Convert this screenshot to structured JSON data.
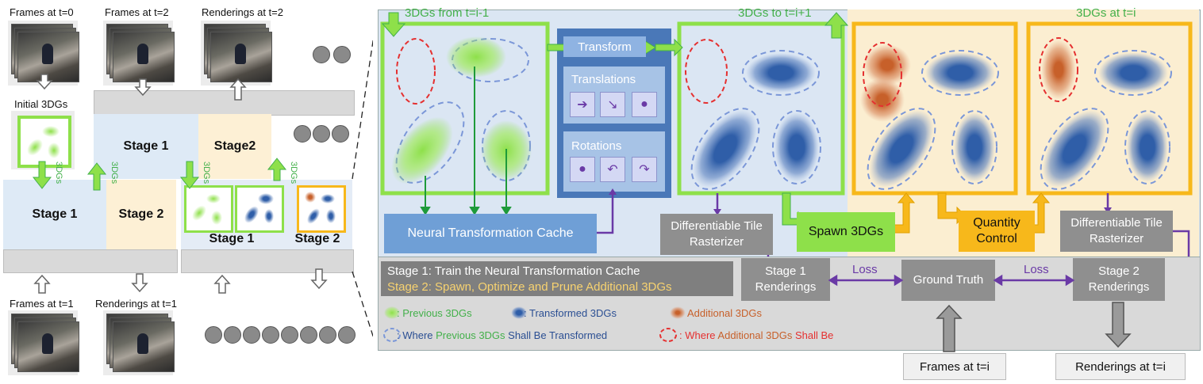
{
  "left": {
    "frames_t0": "Frames at t=0",
    "frames_t2": "Frames at t=2",
    "renderings_t2": "Renderings at t=2",
    "initial_3dgs": "Initial 3DGs",
    "stage1": "Stage 1",
    "stage2_nospace": "Stage2",
    "stage2": "Stage 2",
    "tag_3dgs": "3DGs",
    "frames_t1": "Frames at t=1",
    "renderings_t1": "Renderings at t=1"
  },
  "main": {
    "from_label": "3DGs from t=i-1",
    "to_label": "3DGs to t=i+1",
    "at_label": "3DGs at t=i",
    "transform": "Transform",
    "translations": "Translations",
    "rotations": "Rotations",
    "ntc": "Neural Transformation Cache",
    "rasterizer1": "Differentiable Tile Rasterizer",
    "rasterizer2": "Differentiable Tile Rasterizer",
    "spawn": "Spawn 3DGs",
    "quantity": "Quantity Control",
    "stage1_desc": "Stage 1: Train the Neural Transformation Cache",
    "stage2_desc": "Stage 2: Spawn, Optimize and Prune Additional 3DGs",
    "stage1_renderings": "Stage 1 Renderings",
    "ground_truth": "Ground Truth",
    "stage2_renderings": "Stage 2 Renderings",
    "loss": "Loss",
    "frames_ti": "Frames at t=i",
    "renderings_ti": "Renderings at t=i"
  },
  "legend": {
    "previous": ": Previous 3DGs",
    "transformed": ": Transformed 3DGs",
    "additional": "Additional 3DGs",
    "where_prefix": ": Where ",
    "where_prev": "Previous 3DGs",
    "where_shall": " Shall Be Transformed",
    "where_where": ": Where ",
    "where_add": "Additional 3DGs",
    "where_shall_be": " Shall Be"
  },
  "colors": {
    "green": "#8ee04a",
    "blue": "#2f5ea8",
    "orange": "#c7602a",
    "yellow": "#f7b81b",
    "purple": "#6a3aa6",
    "red": "#e53030",
    "text_green": "#43b04a",
    "text_blue": "#2b4f93"
  }
}
